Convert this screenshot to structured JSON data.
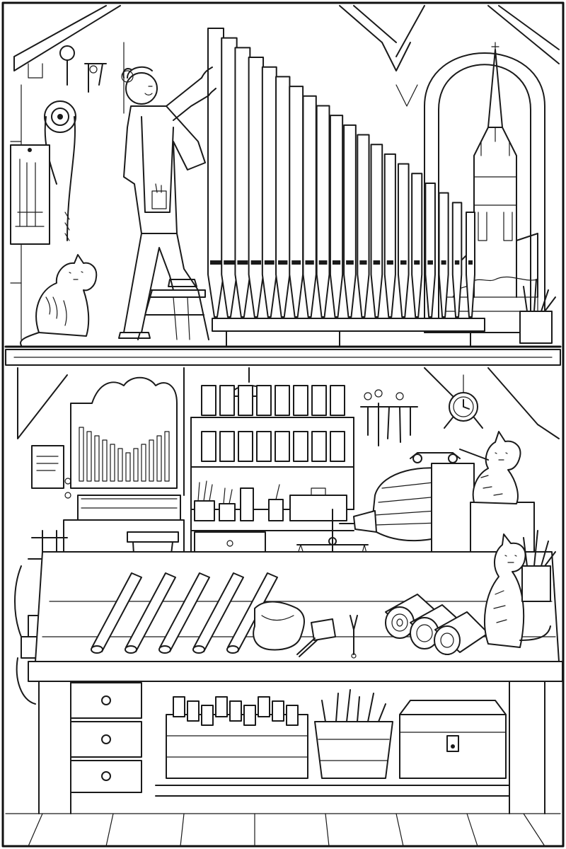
{
  "illustration": {
    "style": "line-art coloring page",
    "colors": {
      "ink": "#1a1a1a",
      "paper": "#ffffff"
    }
  },
  "upper_scene": {
    "pipe_rank": {
      "pipe_count": 20
    },
    "items": [
      "organ-builder",
      "stepladder",
      "cat-sitting",
      "pulley-hook",
      "wall-diagram",
      "gothic-window",
      "cathedral-spire",
      "tool-cup"
    ]
  },
  "lower_scene": {
    "items": [
      "chamber-organ",
      "piano-stool",
      "hanging-lamp",
      "parts-shelf",
      "wall-tool-rack",
      "wall-clock",
      "bellows",
      "cat-on-bellows",
      "cat-on-floor",
      "balance-scale",
      "pipe-vise",
      "reed-pipes",
      "leather-cloth",
      "mallet",
      "tuning-fork",
      "leather-rolls",
      "brush-cup",
      "drawer-cabinet",
      "crate-of-blocks",
      "bucket-of-dowels",
      "storage-chest"
    ]
  }
}
